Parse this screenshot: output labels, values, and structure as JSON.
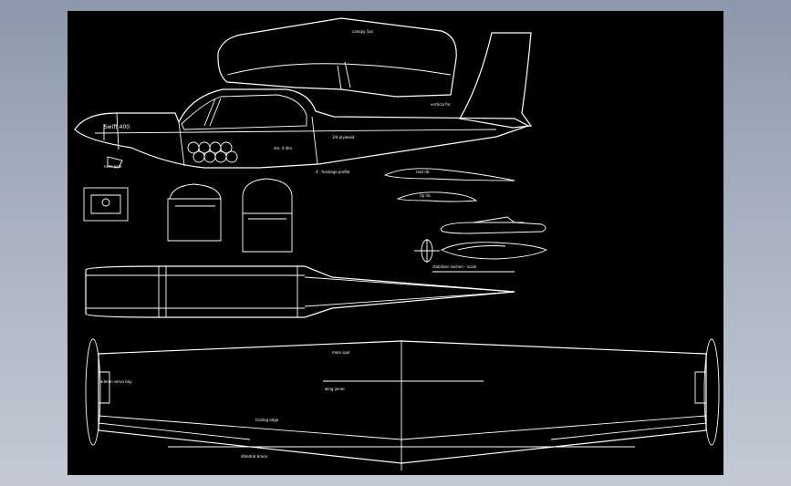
{
  "drawing": {
    "background_color": "#000000",
    "line_color": "#ffffff",
    "frame_color": "#9aa6b8"
  },
  "labels": {
    "canopy_note": "canopy 1pc",
    "fin_note": "vertical fin",
    "nose_mark": "Swift 400",
    "side_note_a": "3/4 plywood",
    "side_note_b": "sta. 4 dim.",
    "bottom_note": "4 - fuselage profile",
    "wheel_note": "nose gear",
    "airfoil_a": "root rib",
    "airfoil_b": "tip rib",
    "tail_note": "stabilizer section - scale",
    "wing_left_note": "aileron servo bay",
    "wing_center_note": "main spar",
    "wing_mid_note": "wing joiner",
    "wing_bottom_note": "trailing edge",
    "wing_lower_note": "dihedral brace"
  }
}
